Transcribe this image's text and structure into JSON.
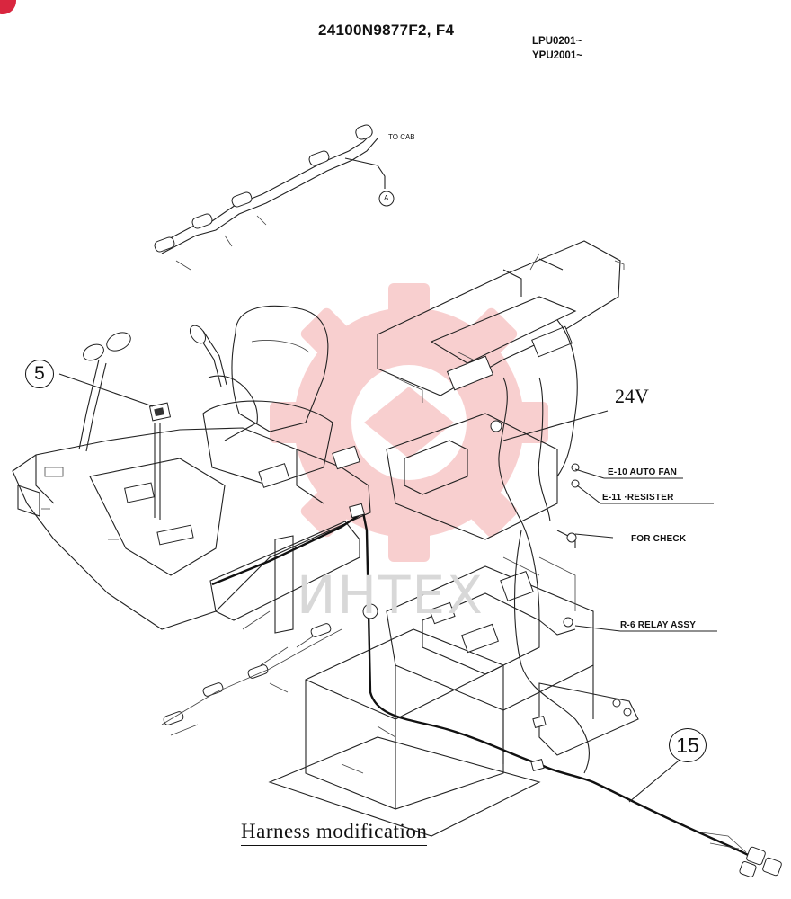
{
  "header": {
    "part_number": "24100N9877F2, F4",
    "serial_from_1": "LPU0201~",
    "serial_from_2": "YPU2001~"
  },
  "labels": {
    "to_cab": "TO CAB",
    "connector_a": "A",
    "voltage": "24V",
    "e10": "E-10  AUTO FAN",
    "e11": "E-11  ·RESISTER",
    "for_check": "FOR CHECK",
    "r6": "R-6  RELAY ASSY"
  },
  "callouts": {
    "item_5": "5",
    "item_15": "15"
  },
  "caption": "Harness modification",
  "watermark": {
    "text": "ИНТЕХ",
    "color": "#f4a9a9"
  },
  "badge": {
    "color": "#d9263f"
  }
}
